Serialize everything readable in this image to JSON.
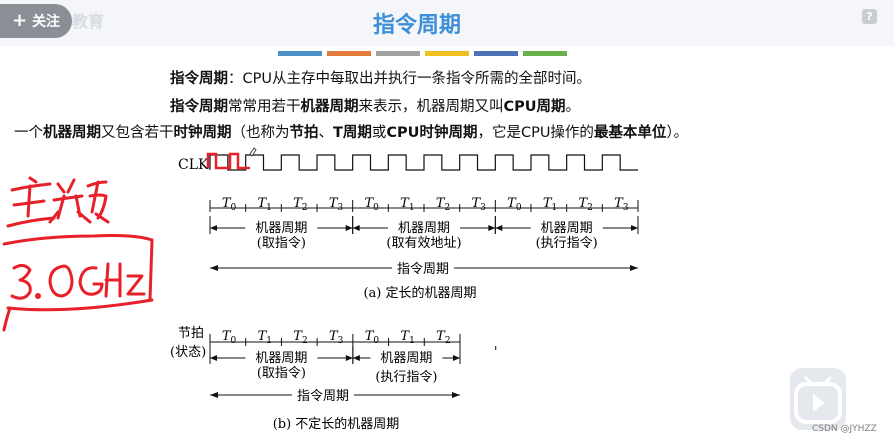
{
  "overlay": {
    "follow_label": "关注",
    "logo_text": "教育",
    "help_glyph": "?"
  },
  "slide": {
    "title": "指令周期",
    "stripe_colors": [
      "#4a90c9",
      "#e07b3c",
      "#a0a0a0",
      "#f0c020",
      "#4d72b8",
      "#6ab04c"
    ],
    "line1": {
      "term": "指令周期",
      "rest": "：CPU从主存中每取出并执行一条指令所需的全部时间。"
    },
    "line2": {
      "t1": "指令周期",
      "p1": "常常用若干",
      "t2": "机器周期",
      "p2": "来表示，机器周期又叫",
      "t3": "CPU周期",
      "p3": "。"
    },
    "line3": {
      "p0": "一个",
      "t1": "机器周期",
      "p1": "又包含若干",
      "t2": "时钟周期",
      "p2": "（也称为",
      "t3": "节拍",
      "p3": "、",
      "t4": "T周期",
      "p4": "或",
      "t5": "CPU时钟周期",
      "p5": "，它是CPU操作的",
      "t6": "最基本单位",
      "p6": "）。"
    }
  },
  "figure": {
    "clk_label": "CLK",
    "t_labels_a": [
      "T0",
      "T1",
      "T2",
      "T3",
      "T0",
      "T1",
      "T2",
      "T3",
      "T0",
      "T1",
      "T2",
      "T3"
    ],
    "machine_cycles_a": [
      {
        "name": "机器周期",
        "sub": "(取指令)"
      },
      {
        "name": "机器周期",
        "sub": "(取有效地址)"
      },
      {
        "name": "机器周期",
        "sub": "(执行指令)"
      }
    ],
    "instr_cycle_label": "指令周期",
    "caption_a": "(a) 定长的机器周期",
    "beat_label": "节拍",
    "state_label": "(状态)",
    "t_labels_b": [
      "T0",
      "T1",
      "T2",
      "T3",
      "T0",
      "T1",
      "T2"
    ],
    "machine_cycles_b": [
      {
        "name": "机器周期",
        "sub": "(取指令)"
      },
      {
        "name": "机器周期",
        "sub": "(执行指令)"
      }
    ],
    "caption_b": "(b) 不定长的机器周期"
  },
  "annotations": {
    "handwritten": [
      "主频",
      "3.0GHz"
    ],
    "ink_color": "#e8202a"
  },
  "footer": {
    "watermark": "CSDN @JYHZZ"
  }
}
